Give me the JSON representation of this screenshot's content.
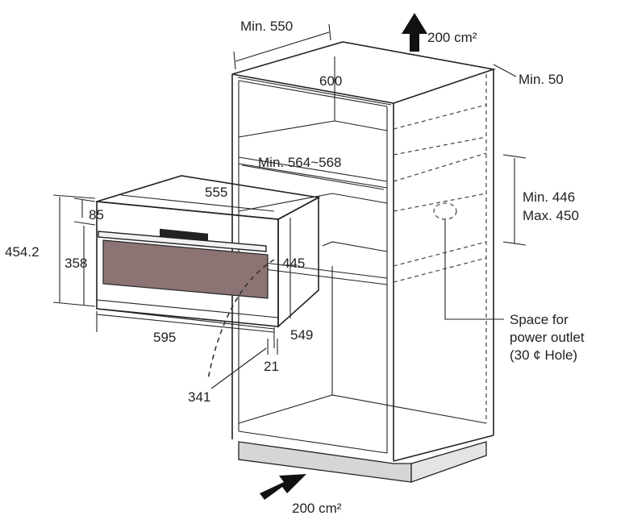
{
  "title": "",
  "labels": {
    "min_550": "Min. 550",
    "vent_top": "200 cm²",
    "width_600": "600",
    "min_50": "Min. 50",
    "min_564_568": "Min. 564~568",
    "min_446": "Min. 446",
    "max_450": "Max. 450",
    "d_555": "555",
    "d_85": "85",
    "d_454": "454.2",
    "d_358": "358",
    "d_445": "445",
    "d_595": "595",
    "d_549": "549",
    "d_21": "21",
    "d_341": "341",
    "outlet_1": "Space for",
    "outlet_2": "power outlet",
    "outlet_3": "(30 ¢ Hole)",
    "vent_bottom": "200 cm²"
  },
  "colors": {
    "line": "#222222",
    "door_glass": "#8c7474",
    "base": "#d6d6d6",
    "arrow": "#111111"
  }
}
